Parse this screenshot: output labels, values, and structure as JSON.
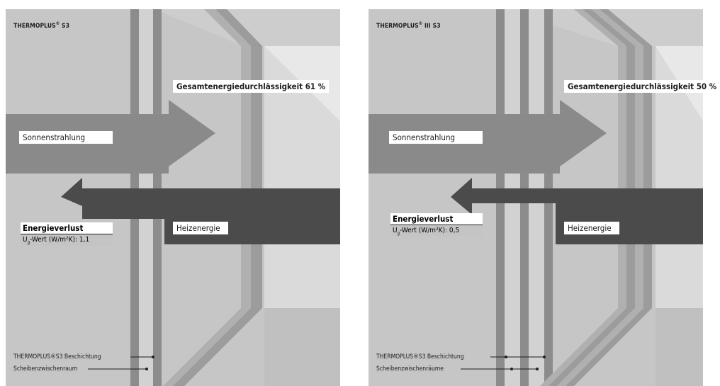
{
  "panels": [
    {
      "title_main": "THERMOPLUS",
      "title_mark": "®",
      "title_rest": " S3",
      "total_energy": "Gesamtenergiedurchlässigkeit 61 %",
      "solar": "Sonnenstrahlung",
      "loss_title": "Energieverlust",
      "u_prefix": "U",
      "u_sub": "g",
      "u_suffix": "-Wert (W/m²K): 1,1",
      "heating": "Heizenergie",
      "coating": "THERMOPLUS®S3 Beschichtung",
      "gap": "Scheibenzwischenraum"
    },
    {
      "title_main": "THERMOPLUS",
      "title_mark": "®",
      "title_rest": " III S3",
      "total_energy": "Gesamtenergiedurchlässigkeit 50 %",
      "solar": "Sonnenstrahlung",
      "loss_title": "Energieverlust",
      "u_prefix": "U",
      "u_sub": "g",
      "u_suffix": "-Wert (W/m²K): 0,5",
      "heating": "Heizenergie",
      "coating": "THERMOPLUS®S3 Beschichtung",
      "gap": "Scheibenzwischenräume"
    }
  ],
  "colors": {
    "background": "#c4c4c4",
    "light_area": "#d8d8d8",
    "glass_dark": "#8a8a8a",
    "glass_light": "#b4b4b4",
    "solar_arrow": "#888888",
    "heat_arrow": "#4b4b4b",
    "label_bg": "#ffffff"
  }
}
